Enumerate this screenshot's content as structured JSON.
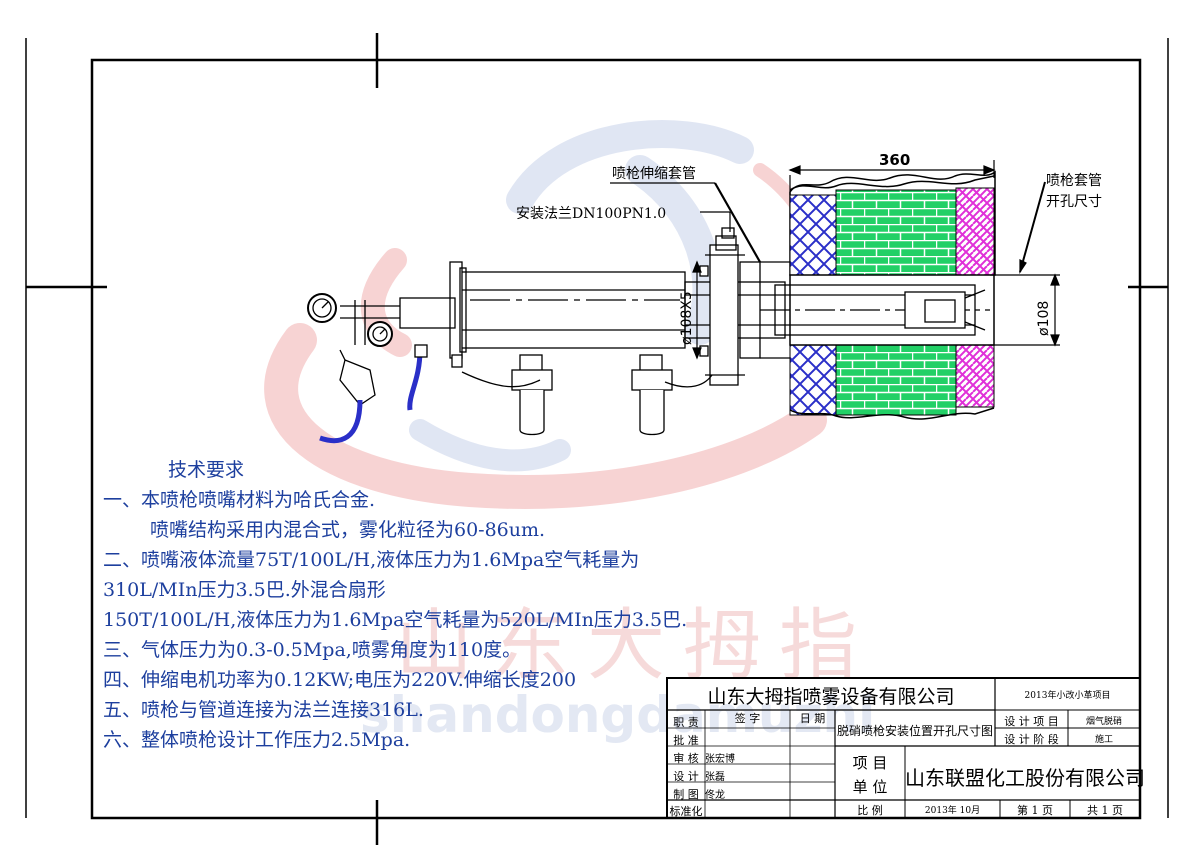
{
  "drawing": {
    "labels": {
      "sleeve": "喷枪伸缩套管",
      "flange": "安装法兰DN100PN1.0",
      "opening": [
        "喷枪套管",
        "开孔尺寸"
      ],
      "dim_360": "360",
      "dim_pipe": "ø108X5",
      "dim_hole": "ø108"
    },
    "watermark": {
      "chars": "山东大拇指",
      "url": "shandongdamuzhi"
    },
    "colors": {
      "frame": "#000000",
      "text_blue": "#1d3f9e",
      "brick_blue": "#2a2fc8",
      "brick_green": "#22d066",
      "brick_magenta": "#e030d8",
      "watermark_red": "#f2c8c8",
      "watermark_blue": "#c8d2ea"
    }
  },
  "tech": {
    "title": "技术要求",
    "lines": [
      "一、本喷枪喷嘴材料为哈氏合金.",
      "喷嘴结构采用内混合式，雾化粒径为60-86um.",
      "二、喷嘴液体流量75T/100L/H,液体压力为1.6Mpa空气耗量为",
      "310L/MIn压力3.5巴.外混合扇形",
      "150T/100L/H,液体压力为1.6Mpa空气耗量为520L/MIn压力3.5巴.",
      "三、气体压力为0.3-0.5Mpa,喷雾角度为110度。",
      "四、伸缩电机功率为0.12KW;电压为220V.伸缩长度200",
      "五、喷枪与管道连接为法兰连接316L.",
      "六、整体喷枪设计工作压力2.5Mpa."
    ]
  },
  "title_block": {
    "maker": "山东大拇指喷雾设备有限公司",
    "project_name": "2013年小改小革项目",
    "drawing_title": "脱硝喷枪安装位置开孔尺寸图",
    "header": {
      "role": "职 责",
      "sign": "签 字",
      "date": "日 期"
    },
    "roles": [
      {
        "label": "批 准",
        "name": ""
      },
      {
        "label": "审 核",
        "name": "张宏博"
      },
      {
        "label": "设 计",
        "name": "张磊"
      },
      {
        "label": "制 图",
        "name": "佟龙"
      },
      {
        "label": "标准化",
        "name": ""
      }
    ],
    "design_project_label": "设 计 项 目",
    "design_project_value": "烟气脱硝",
    "design_stage_label": "设 计 阶 段",
    "design_stage_value": "施工",
    "unit_label_1": "项 目",
    "unit_label_2": "单 位",
    "client": "山东联盟化工股份有限公司",
    "scale_label": "比 例",
    "date": "2013年 10月",
    "page": "第 1 页",
    "total": "共 1 页"
  }
}
